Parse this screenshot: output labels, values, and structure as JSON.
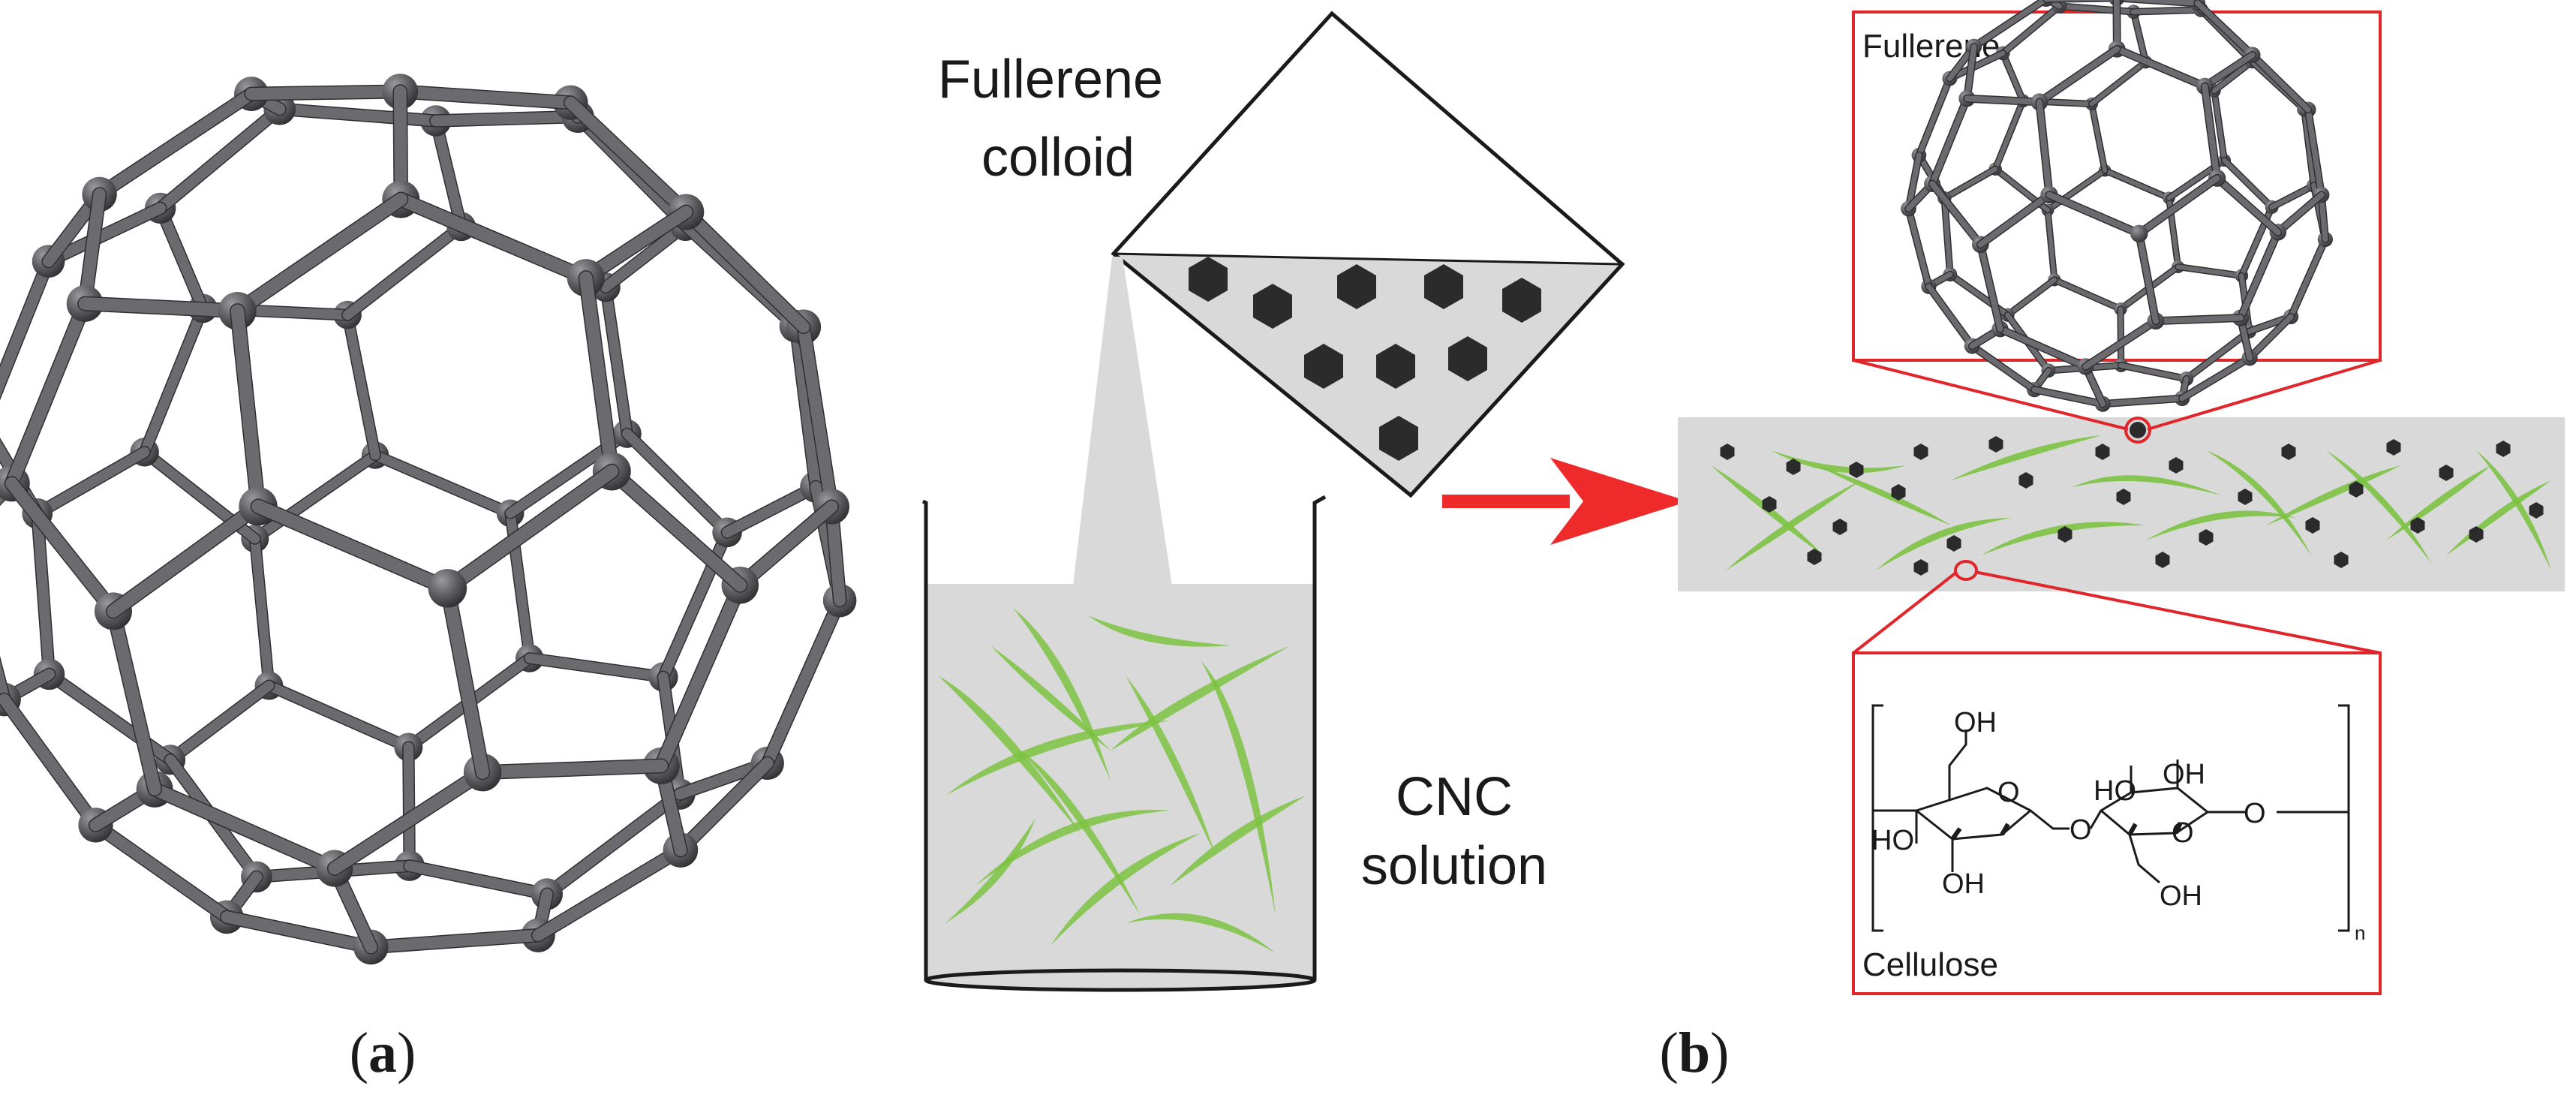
{
  "panel_a": {
    "caption_open": "(",
    "caption_letter": "a",
    "caption_close": ")"
  },
  "panel_b": {
    "colloid_label_line1": "Fullerene",
    "colloid_label_line2": "colloid",
    "solution_label_line1": "CNC",
    "solution_label_line2": "solution",
    "zoom_top_label": "Fullerene",
    "zoom_bottom_label": "Cellulose",
    "chemistry": {
      "oh": "OH",
      "ho": "HO",
      "o": "O",
      "n": "n"
    },
    "caption_open": "(",
    "caption_letter": "b",
    "caption_close": ")"
  },
  "colors": {
    "ball": "#5f5f62",
    "bond": "#4a4a4d",
    "fiber": "#7cc242",
    "gray_fill": "#d9d9d9",
    "hexagon": "#2b2b2b",
    "arrow": "#ee2a2a",
    "zoom_box": "#e0262b"
  }
}
